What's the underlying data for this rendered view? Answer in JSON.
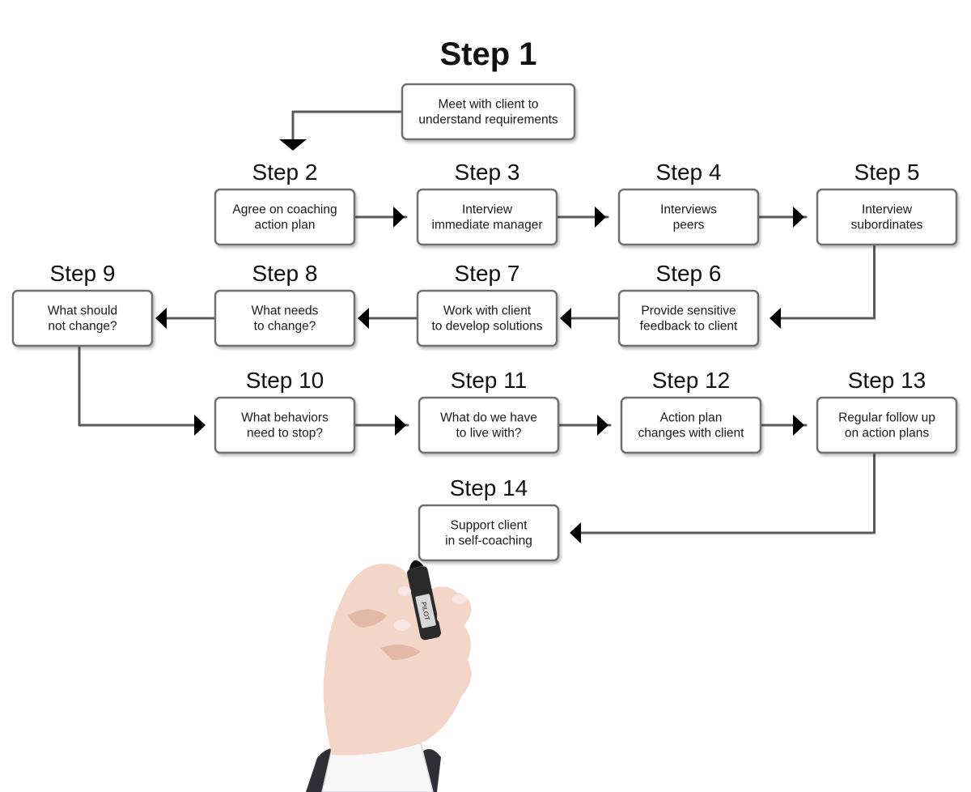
{
  "steps": [
    {
      "id": 1,
      "title": "Step 1",
      "lines": [
        "Meet with client to",
        "understand requirements"
      ]
    },
    {
      "id": 2,
      "title": "Step 2",
      "lines": [
        "Agree on coaching",
        "action plan"
      ]
    },
    {
      "id": 3,
      "title": "Step 3",
      "lines": [
        "Interview",
        "immediate manager"
      ]
    },
    {
      "id": 4,
      "title": "Step 4",
      "lines": [
        "Interviews",
        "peers"
      ]
    },
    {
      "id": 5,
      "title": "Step 5",
      "lines": [
        "Interview",
        "subordinates"
      ]
    },
    {
      "id": 6,
      "title": "Step 6",
      "lines": [
        "Provide sensitive",
        "feedback to client"
      ]
    },
    {
      "id": 7,
      "title": "Step 7",
      "lines": [
        "Work with client",
        "to develop solutions"
      ]
    },
    {
      "id": 8,
      "title": "Step 8",
      "lines": [
        "What needs",
        "to change?"
      ]
    },
    {
      "id": 9,
      "title": "Step 9",
      "lines": [
        "What should",
        "not change?"
      ]
    },
    {
      "id": 10,
      "title": "Step 10",
      "lines": [
        "What behaviors",
        "need to stop?"
      ]
    },
    {
      "id": 11,
      "title": "Step 11",
      "lines": [
        "What do we have",
        "to live with?"
      ]
    },
    {
      "id": 12,
      "title": "Step 12",
      "lines": [
        "Action plan",
        "changes with client"
      ]
    },
    {
      "id": 13,
      "title": "Step 13",
      "lines": [
        "Regular follow up",
        "on action plans"
      ]
    },
    {
      "id": 14,
      "title": "Step 14",
      "lines": [
        "Support client",
        "in self-coaching"
      ]
    }
  ],
  "connections": [
    {
      "from": 1,
      "to": 2
    },
    {
      "from": 2,
      "to": 3
    },
    {
      "from": 3,
      "to": 4
    },
    {
      "from": 4,
      "to": 5
    },
    {
      "from": 5,
      "to": 6
    },
    {
      "from": 6,
      "to": 7
    },
    {
      "from": 7,
      "to": 8
    },
    {
      "from": 8,
      "to": 9
    },
    {
      "from": 9,
      "to": 10
    },
    {
      "from": 10,
      "to": 11
    },
    {
      "from": 11,
      "to": 12
    },
    {
      "from": 12,
      "to": 13
    },
    {
      "from": 13,
      "to": 14
    }
  ],
  "illustration": {
    "subject": "hand holding marker",
    "marker_brand": "PILOT"
  }
}
